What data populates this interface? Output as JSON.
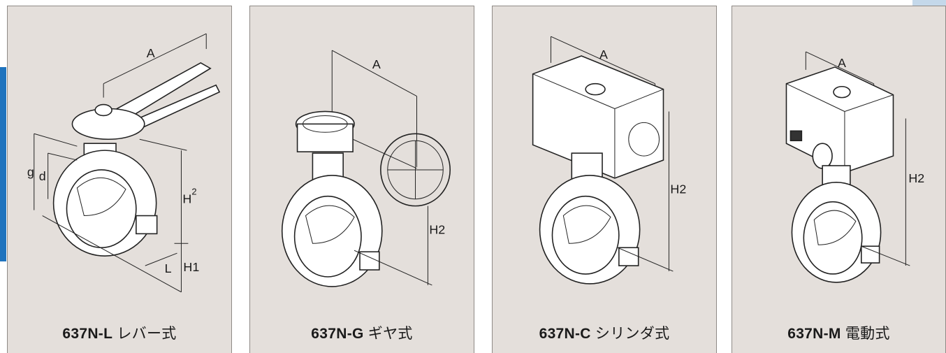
{
  "panels": [
    {
      "id": "637N-L",
      "model": "637N-L",
      "type_label": "レバー式",
      "dim_labels": {
        "A": "A",
        "g": "g",
        "d": "d",
        "H2_base": "H",
        "H2_sup": "2",
        "L": "L",
        "H1": "H1"
      }
    },
    {
      "id": "637N-G",
      "model": "637N-G",
      "type_label": "ギヤ式",
      "dim_labels": {
        "A": "A",
        "H2": "H2"
      }
    },
    {
      "id": "637N-C",
      "model": "637N-C",
      "type_label": "シリンダ式",
      "dim_labels": {
        "A": "A",
        "H2": "H2"
      }
    },
    {
      "id": "637N-M",
      "model": "637N-M",
      "type_label": "電動式",
      "dim_labels": {
        "A": "A",
        "H2": "H2"
      }
    }
  ],
  "colors": {
    "panel_bg": "#e4dfdb",
    "panel_border": "#8f8a86",
    "accent_blue": "#1e73be",
    "light_blue": "#c4d8ea"
  }
}
